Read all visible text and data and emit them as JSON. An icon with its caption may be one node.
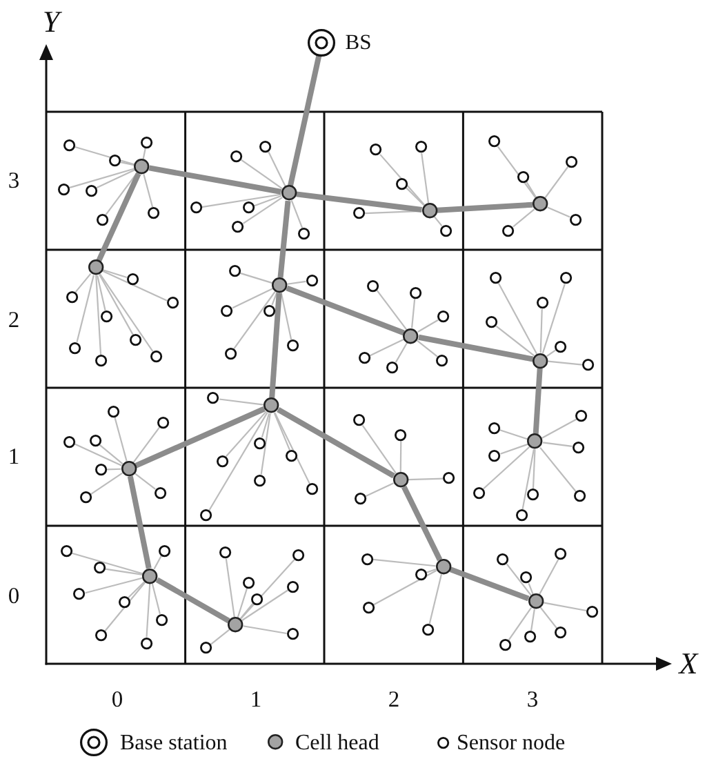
{
  "diagram": {
    "nodes": [
      {
        "text": [],
        "shape": "circle",
        "beside": [
          "BS"
        ]
      },
      {
        "text": [],
        "shape": "circle"
      },
      {
        "text": [],
        "shape": "circle"
      },
      {
        "text": [],
        "shape": "circle"
      },
      {
        "text": [],
        "shape": "circle"
      },
      {
        "text": [],
        "shape": "circle"
      },
      {
        "text": [],
        "shape": "circle"
      },
      {
        "text": [],
        "shape": "circle"
      },
      {
        "text": [],
        "shape": "circle"
      },
      {
        "text": [],
        "shape": "circle"
      },
      {
        "text": [],
        "shape": "circle"
      },
      {
        "text": [],
        "shape": "circle"
      },
      {
        "text": [],
        "shape": "circle"
      },
      {
        "text": [],
        "shape": "circle"
      },
      {
        "text": [],
        "shape": "circle"
      },
      {
        "text": [],
        "shape": "circle"
      },
      {
        "text": [],
        "shape": "circle"
      },
      {
        "text": [],
        "shape": "circle"
      },
      {
        "text": [],
        "shape": "circle"
      },
      {
        "text": [],
        "shape": "circle"
      },
      {
        "text": [],
        "shape": "circle"
      },
      {
        "text": [],
        "shape": "circle"
      },
      {
        "text": [],
        "shape": "circle"
      },
      {
        "text": [],
        "shape": "circle"
      },
      {
        "text": [],
        "shape": "circle"
      },
      {
        "text": [],
        "shape": "circle"
      },
      {
        "text": [],
        "shape": "circle"
      },
      {
        "text": [],
        "shape": "circle"
      },
      {
        "text": [],
        "shape": "circle"
      },
      {
        "text": [],
        "shape": "circle"
      },
      {
        "text": [],
        "shape": "circle"
      },
      {
        "text": [],
        "shape": "circle"
      },
      {
        "text": [],
        "shape": "circle"
      },
      {
        "text": [],
        "shape": "circle"
      },
      {
        "text": [],
        "shape": "circle"
      },
      {
        "text": [],
        "shape": "circle"
      },
      {
        "text": [],
        "shape": "circle"
      },
      {
        "text": [],
        "shape": "circle"
      },
      {
        "text": [],
        "shape": "circle"
      },
      {
        "text": [],
        "shape": "circle"
      },
      {
        "text": [],
        "shape": "circle"
      },
      {
        "text": [],
        "shape": "circle"
      },
      {
        "text": [],
        "shape": "circle"
      },
      {
        "text": [],
        "shape": "circle"
      },
      {
        "text": [],
        "shape": "circle"
      },
      {
        "text": [],
        "shape": "circle"
      },
      {
        "text": [],
        "shape": "circle"
      },
      {
        "text": [],
        "shape": "circle"
      },
      {
        "text": [],
        "shape": "circle"
      },
      {
        "text": [],
        "shape": "circle"
      },
      {
        "text": [],
        "shape": "circle"
      },
      {
        "text": [],
        "shape": "circle"
      },
      {
        "text": [],
        "shape": "circle"
      },
      {
        "text": [],
        "shape": "circle"
      },
      {
        "text": [],
        "shape": "circle"
      },
      {
        "text": [],
        "shape": "circle"
      },
      {
        "text": [],
        "shape": "circle"
      },
      {
        "text": [],
        "shape": "circle"
      },
      {
        "text": [],
        "shape": "circle"
      },
      {
        "text": [],
        "shape": "circle"
      },
      {
        "text": [],
        "shape": "circle"
      },
      {
        "text": [],
        "shape": "circle"
      },
      {
        "text": [],
        "shape": "circle"
      },
      {
        "text": [],
        "shape": "circle"
      },
      {
        "text": [],
        "shape": "circle"
      },
      {
        "text": [],
        "shape": "circle"
      },
      {
        "text": [],
        "shape": "circle"
      },
      {
        "text": [],
        "shape": "circle"
      },
      {
        "text": [],
        "shape": "circle"
      },
      {
        "text": [],
        "shape": "circle"
      },
      {
        "text": [],
        "shape": "circle"
      },
      {
        "text": [],
        "shape": "circle"
      },
      {
        "text": [],
        "shape": "circle"
      },
      {
        "text": [],
        "shape": "circle"
      },
      {
        "text": [],
        "shape": "circle"
      },
      {
        "text": [],
        "shape": "circle"
      },
      {
        "text": [],
        "shape": "circle"
      },
      {
        "text": [],
        "shape": "circle"
      },
      {
        "text": [],
        "shape": "circle"
      },
      {
        "text": [],
        "shape": "circle"
      },
      {
        "text": [],
        "shape": "circle"
      },
      {
        "text": [],
        "shape": "circle"
      },
      {
        "text": [],
        "shape": "circle"
      },
      {
        "text": [],
        "shape": "circle"
      },
      {
        "text": [],
        "shape": "circle"
      },
      {
        "text": [],
        "shape": "circle"
      },
      {
        "text": [],
        "shape": "circle"
      },
      {
        "text": [],
        "shape": "circle"
      },
      {
        "text": [],
        "shape": "circle"
      },
      {
        "text": [],
        "shape": "circle"
      },
      {
        "text": [],
        "shape": "circle"
      },
      {
        "text": [],
        "shape": "circle"
      },
      {
        "text": [],
        "shape": "circle"
      },
      {
        "text": [],
        "shape": "circle"
      },
      {
        "text": [],
        "shape": "circle"
      },
      {
        "text": [],
        "shape": "circle"
      },
      {
        "text": [],
        "shape": "circle"
      },
      {
        "text": [],
        "shape": "circle"
      },
      {
        "text": [],
        "shape": "circle"
      },
      {
        "text": [],
        "shape": "circle"
      },
      {
        "text": [],
        "shape": "circle"
      },
      {
        "text": [],
        "shape": "circle"
      },
      {
        "text": [],
        "shape": "circle"
      },
      {
        "text": [],
        "shape": "circle"
      },
      {
        "text": [],
        "shape": "circle"
      },
      {
        "text": [],
        "shape": "circle"
      },
      {
        "text": [],
        "shape": "circle"
      },
      {
        "text": [],
        "shape": "circle"
      },
      {
        "text": [],
        "shape": "circle"
      },
      {
        "text": [],
        "shape": "circle"
      },
      {
        "text": [],
        "shape": "circle"
      },
      {
        "text": [],
        "shape": "circle"
      },
      {
        "text": [],
        "shape": "circle"
      },
      {
        "text": [],
        "shape": "circle"
      },
      {
        "text": [],
        "shape": "circle"
      },
      {
        "text": [],
        "shape": "circle"
      },
      {
        "text": [],
        "shape": "circle"
      },
      {
        "text": [],
        "shape": "circle"
      }
    ],
    "edges": [
      {
        "from": 1,
        "to": 2,
        "arrow": "none"
      },
      {
        "from": 1,
        "to": 3,
        "arrow": "none"
      },
      {
        "from": 1,
        "to": 4,
        "arrow": "none"
      },
      {
        "from": 1,
        "to": 5,
        "arrow": "none"
      },
      {
        "from": 1,
        "to": 6,
        "arrow": "none"
      },
      {
        "from": 1,
        "to": 7,
        "arrow": "none"
      },
      {
        "from": 1,
        "to": 8,
        "arrow": "none"
      },
      {
        "from": 9,
        "to": 10,
        "arrow": "none"
      },
      {
        "from": 9,
        "to": 11,
        "arrow": "none"
      },
      {
        "from": 9,
        "to": 12,
        "arrow": "none"
      },
      {
        "from": 9,
        "to": 13,
        "arrow": "none"
      },
      {
        "from": 9,
        "to": 14,
        "arrow": "none"
      },
      {
        "from": 9,
        "to": 15,
        "arrow": "none"
      },
      {
        "from": 16,
        "to": 17,
        "arrow": "none"
      },
      {
        "from": 16,
        "to": 18,
        "arrow": "none"
      },
      {
        "from": 16,
        "to": 19,
        "arrow": "none"
      },
      {
        "from": 16,
        "to": 20,
        "arrow": "none"
      },
      {
        "from": 16,
        "to": 21,
        "arrow": "none"
      },
      {
        "from": 22,
        "to": 23,
        "arrow": "none"
      },
      {
        "from": 22,
        "to": 24,
        "arrow": "none"
      },
      {
        "from": 22,
        "to": 25,
        "arrow": "none"
      },
      {
        "from": 22,
        "to": 26,
        "arrow": "none"
      },
      {
        "from": 22,
        "to": 27,
        "arrow": "none"
      },
      {
        "from": 28,
        "to": 29,
        "arrow": "none"
      },
      {
        "from": 28,
        "to": 30,
        "arrow": "none"
      },
      {
        "from": 28,
        "to": 31,
        "arrow": "none"
      },
      {
        "from": 28,
        "to": 32,
        "arrow": "none"
      },
      {
        "from": 28,
        "to": 33,
        "arrow": "none"
      },
      {
        "from": 28,
        "to": 34,
        "arrow": "none"
      },
      {
        "from": 28,
        "to": 35,
        "arrow": "none"
      },
      {
        "from": 28,
        "to": 36,
        "arrow": "none"
      },
      {
        "from": 37,
        "to": 38,
        "arrow": "none"
      },
      {
        "from": 37,
        "to": 39,
        "arrow": "none"
      },
      {
        "from": 37,
        "to": 40,
        "arrow": "none"
      },
      {
        "from": 37,
        "to": 41,
        "arrow": "none"
      },
      {
        "from": 37,
        "to": 42,
        "arrow": "none"
      },
      {
        "from": 37,
        "to": 43,
        "arrow": "none"
      },
      {
        "from": 44,
        "to": 45,
        "arrow": "none"
      },
      {
        "from": 44,
        "to": 46,
        "arrow": "none"
      },
      {
        "from": 44,
        "to": 47,
        "arrow": "none"
      },
      {
        "from": 44,
        "to": 48,
        "arrow": "none"
      },
      {
        "from": 44,
        "to": 49,
        "arrow": "none"
      },
      {
        "from": 44,
        "to": 50,
        "arrow": "none"
      },
      {
        "from": 51,
        "to": 52,
        "arrow": "none"
      },
      {
        "from": 51,
        "to": 53,
        "arrow": "none"
      },
      {
        "from": 51,
        "to": 54,
        "arrow": "none"
      },
      {
        "from": 51,
        "to": 55,
        "arrow": "none"
      },
      {
        "from": 51,
        "to": 56,
        "arrow": "none"
      },
      {
        "from": 51,
        "to": 57,
        "arrow": "none"
      },
      {
        "from": 58,
        "to": 59,
        "arrow": "none"
      },
      {
        "from": 58,
        "to": 60,
        "arrow": "none"
      },
      {
        "from": 58,
        "to": 61,
        "arrow": "none"
      },
      {
        "from": 58,
        "to": 62,
        "arrow": "none"
      },
      {
        "from": 58,
        "to": 63,
        "arrow": "none"
      },
      {
        "from": 58,
        "to": 64,
        "arrow": "none"
      },
      {
        "from": 58,
        "to": 65,
        "arrow": "none"
      },
      {
        "from": 66,
        "to": 67,
        "arrow": "none"
      },
      {
        "from": 66,
        "to": 68,
        "arrow": "none"
      },
      {
        "from": 66,
        "to": 69,
        "arrow": "none"
      },
      {
        "from": 66,
        "to": 70,
        "arrow": "none"
      },
      {
        "from": 66,
        "to": 71,
        "arrow": "none"
      },
      {
        "from": 66,
        "to": 72,
        "arrow": "none"
      },
      {
        "from": 66,
        "to": 73,
        "arrow": "none"
      },
      {
        "from": 74,
        "to": 75,
        "arrow": "none"
      },
      {
        "from": 74,
        "to": 76,
        "arrow": "none"
      },
      {
        "from": 74,
        "to": 77,
        "arrow": "none"
      },
      {
        "from": 74,
        "to": 78,
        "arrow": "none"
      },
      {
        "from": 79,
        "to": 80,
        "arrow": "none"
      },
      {
        "from": 79,
        "to": 81,
        "arrow": "none"
      },
      {
        "from": 79,
        "to": 82,
        "arrow": "none"
      },
      {
        "from": 79,
        "to": 83,
        "arrow": "none"
      },
      {
        "from": 79,
        "to": 84,
        "arrow": "none"
      },
      {
        "from": 79,
        "to": 85,
        "arrow": "none"
      },
      {
        "from": 79,
        "to": 86,
        "arrow": "none"
      },
      {
        "from": 79,
        "to": 87,
        "arrow": "none"
      },
      {
        "from": 88,
        "to": 89,
        "arrow": "none"
      },
      {
        "from": 88,
        "to": 90,
        "arrow": "none"
      },
      {
        "from": 88,
        "to": 91,
        "arrow": "none"
      },
      {
        "from": 88,
        "to": 92,
        "arrow": "none"
      },
      {
        "from": 88,
        "to": 93,
        "arrow": "none"
      },
      {
        "from": 88,
        "to": 94,
        "arrow": "none"
      },
      {
        "from": 88,
        "to": 95,
        "arrow": "none"
      },
      {
        "from": 88,
        "to": 96,
        "arrow": "none"
      },
      {
        "from": 97,
        "to": 98,
        "arrow": "none"
      },
      {
        "from": 97,
        "to": 99,
        "arrow": "none"
      },
      {
        "from": 97,
        "to": 100,
        "arrow": "none"
      },
      {
        "from": 97,
        "to": 101,
        "arrow": "none"
      },
      {
        "from": 97,
        "to": 102,
        "arrow": "none"
      },
      {
        "from": 97,
        "to": 103,
        "arrow": "none"
      },
      {
        "from": 97,
        "to": 104,
        "arrow": "none"
      },
      {
        "from": 105,
        "to": 106,
        "arrow": "none"
      },
      {
        "from": 105,
        "to": 107,
        "arrow": "none"
      },
      {
        "from": 105,
        "to": 108,
        "arrow": "none"
      },
      {
        "from": 105,
        "to": 109,
        "arrow": "none"
      },
      {
        "from": 110,
        "to": 111,
        "arrow": "none"
      },
      {
        "from": 110,
        "to": 112,
        "arrow": "none"
      },
      {
        "from": 110,
        "to": 113,
        "arrow": "none"
      },
      {
        "from": 110,
        "to": 114,
        "arrow": "none"
      },
      {
        "from": 110,
        "to": 115,
        "arrow": "none"
      },
      {
        "from": 110,
        "to": 116,
        "arrow": "none"
      },
      {
        "from": 110,
        "to": 117,
        "arrow": "none"
      },
      {
        "from": 0,
        "to": 9,
        "arrow": "none",
        "style": "thick",
        "color": "#8c8c8c"
      },
      {
        "from": 1,
        "to": 9,
        "arrow": "none",
        "style": "thick",
        "color": "#8c8c8c"
      },
      {
        "from": 9,
        "to": 16,
        "arrow": "none",
        "style": "thick",
        "color": "#8c8c8c"
      },
      {
        "from": 16,
        "to": 22,
        "arrow": "none",
        "style": "thick",
        "color": "#8c8c8c"
      },
      {
        "from": 1,
        "to": 28,
        "arrow": "none",
        "style": "thick",
        "color": "#8c8c8c"
      },
      {
        "from": 9,
        "to": 37,
        "arrow": "none",
        "style": "thick",
        "color": "#8c8c8c"
      },
      {
        "from": 37,
        "to": 44,
        "arrow": "none",
        "style": "thick",
        "color": "#8c8c8c"
      },
      {
        "from": 44,
        "to": 51,
        "arrow": "none",
        "style": "thick",
        "color": "#8c8c8c"
      },
      {
        "from": 51,
        "to": 79,
        "arrow": "none",
        "style": "thick",
        "color": "#8c8c8c"
      },
      {
        "from": 37,
        "to": 66,
        "arrow": "none",
        "style": "thick",
        "color": "#8c8c8c"
      },
      {
        "from": 66,
        "to": 58,
        "arrow": "none",
        "style": "thick",
        "color": "#8c8c8c"
      },
      {
        "from": 66,
        "to": 74,
        "arrow": "none",
        "style": "thick",
        "color": "#8c8c8c"
      },
      {
        "from": 74,
        "to": 105,
        "arrow": "none",
        "style": "thick",
        "color": "#8c8c8c"
      },
      {
        "from": 105,
        "to": 110,
        "arrow": "none",
        "style": "thick",
        "color": "#8c8c8c"
      },
      {
        "from": 58,
        "to": 88,
        "arrow": "none",
        "style": "thick",
        "color": "#8c8c8c"
      },
      {
        "from": 88,
        "to": 97,
        "arrow": "none",
        "style": "thick",
        "color": "#8c8c8c"
      }
    ],
    "labels": [
      "Y",
      "3",
      "2",
      "1",
      "0",
      "X",
      "0",
      "1",
      "2",
      "3"
    ],
    "legend": [
      {
        "text": "Base station"
      },
      {
        "text": "Cell head"
      },
      {
        "text": "Sensor node"
      }
    ]
  }
}
